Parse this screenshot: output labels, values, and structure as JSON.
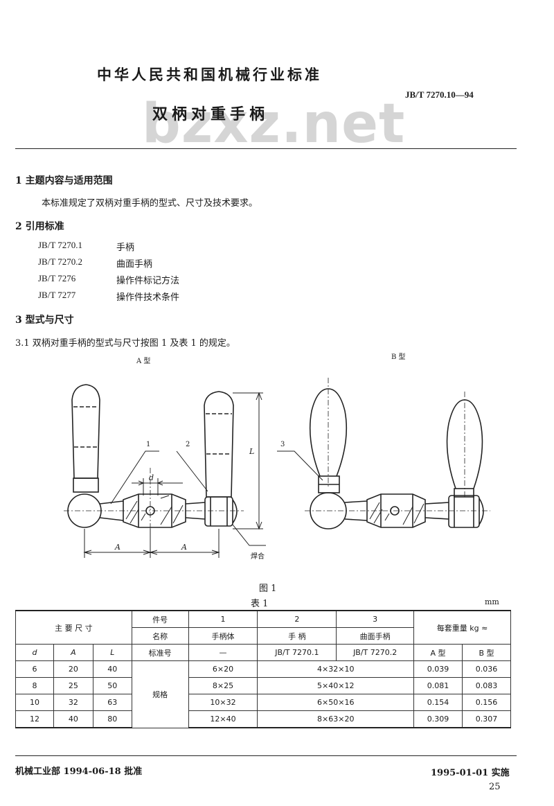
{
  "header": {
    "org": "中华人民共和国机械行业标准",
    "standard_code": "JB/T 7270.10—94",
    "title": "双柄对重手柄",
    "watermark": "bzxz.net"
  },
  "sec1": {
    "heading": "1  主题内容与适用范围",
    "text": "本标准规定了双柄对重手柄的型式、尺寸及技术要求。"
  },
  "sec2": {
    "heading": "2  引用标准",
    "refs": [
      {
        "code": "JB/T 7270.1",
        "name": "手柄"
      },
      {
        "code": "JB/T 7270.2",
        "name": "曲面手柄"
      },
      {
        "code": "JB/T 7276",
        "name": "操作件标记方法"
      },
      {
        "code": "JB/T 7277",
        "name": "操作件技术条件"
      }
    ]
  },
  "sec3": {
    "heading": "3  型式与尺寸",
    "sub": "3.1  双柄对重手柄的型式与尺寸按图 1 及表 1 的规定。"
  },
  "figure": {
    "type_a": "A 型",
    "type_b": "B 型",
    "callouts": [
      "1",
      "2",
      "3"
    ],
    "dim_d": "d",
    "dim_l": "L",
    "dim_a": "A",
    "weld_note": "焊合",
    "caption": "图 1"
  },
  "table": {
    "caption": "表 1",
    "unit": "mm",
    "main_dim": "主  要  尺  寸",
    "part_no": "件号",
    "part_nums": [
      "1",
      "2",
      "3"
    ],
    "name_label": "名称",
    "names": [
      "手柄体",
      "手  柄",
      "曲面手柄"
    ],
    "std_label": "标准号",
    "stds": [
      "—",
      "JB/T 7270.1",
      "JB/T 7270.2"
    ],
    "weight_label": "每套重量  kg  ≈",
    "col_d": "d",
    "col_a": "A",
    "col_l": "L",
    "col_typea": "A 型",
    "col_typeb": "B 型",
    "spec_label": "规格",
    "rows": [
      {
        "d": "6",
        "A": "20",
        "L": "40",
        "p1": "6×20",
        "p23": "4×32×10",
        "wa": "0.039",
        "wb": "0.036"
      },
      {
        "d": "8",
        "A": "25",
        "L": "50",
        "p1": "8×25",
        "p23": "5×40×12",
        "wa": "0.081",
        "wb": "0.083"
      },
      {
        "d": "10",
        "A": "32",
        "L": "63",
        "p1": "10×32",
        "p23": "6×50×16",
        "wa": "0.154",
        "wb": "0.156"
      },
      {
        "d": "12",
        "A": "40",
        "L": "80",
        "p1": "12×40",
        "p23": "8×63×20",
        "wa": "0.309",
        "wb": "0.307"
      }
    ]
  },
  "footer": {
    "approve": "机械工业部 1994-06-18 批准",
    "effective": "1995-01-01 实施",
    "page": "25"
  }
}
